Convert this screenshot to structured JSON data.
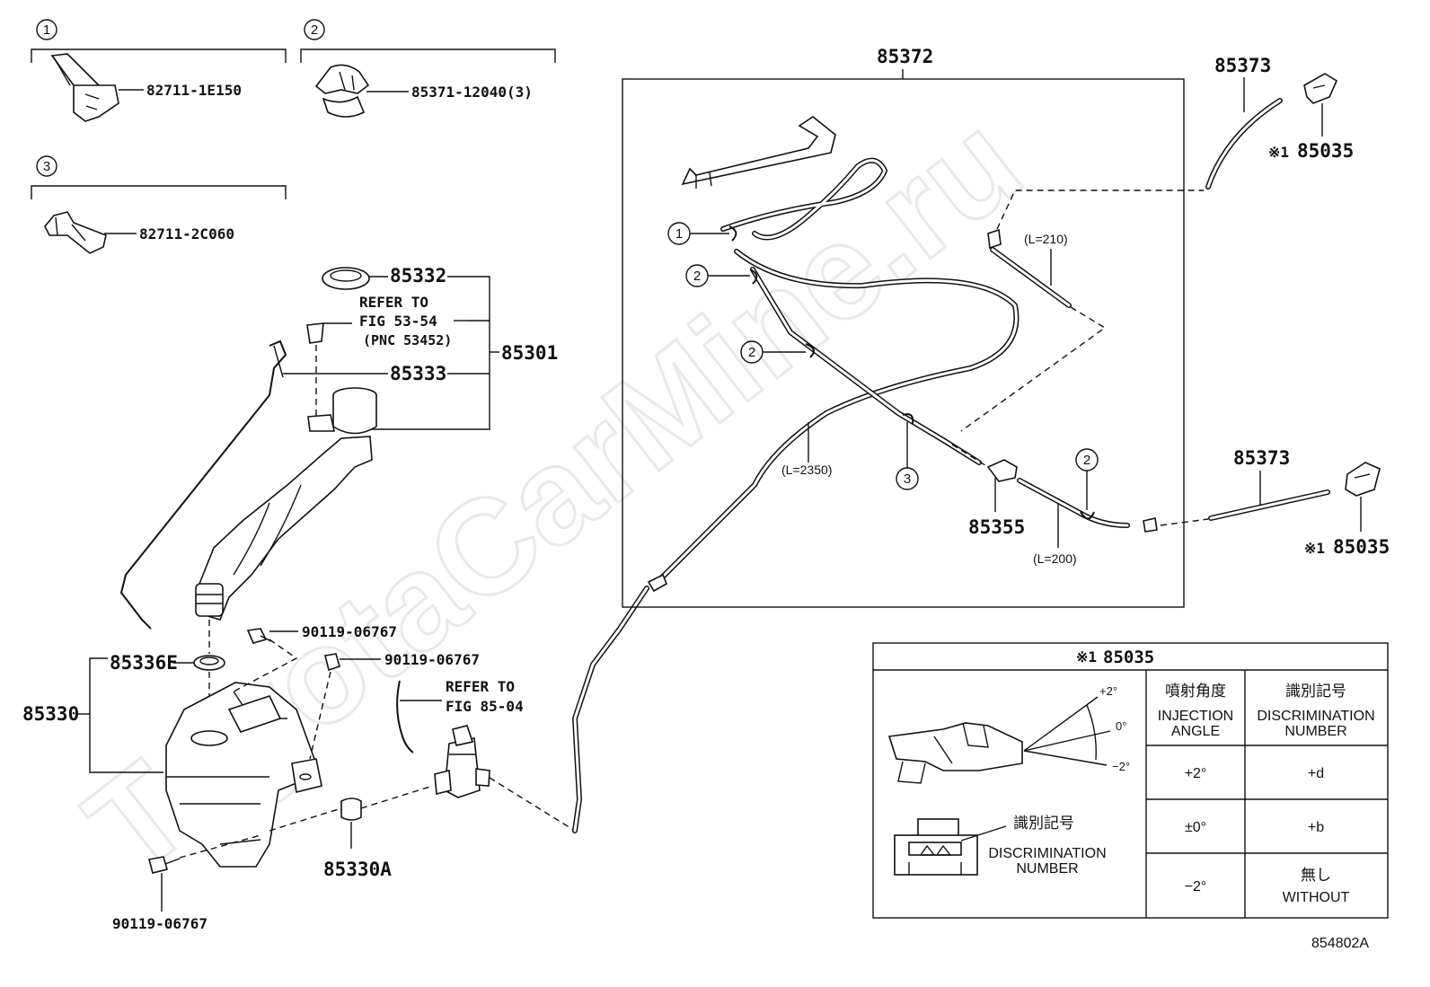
{
  "watermark": "ToyotaCarMine.ru",
  "groups": [
    {
      "num": "1",
      "part": "82711-1E150"
    },
    {
      "num": "2",
      "part": "85371-12040(3)"
    },
    {
      "num": "3",
      "part": "82711-2C060"
    }
  ],
  "tank_assy": {
    "p85332": "85332",
    "refer1_line1": "REFER TO",
    "refer1_line2": "FIG 53-54",
    "refer1_line3": "(PNC 53452)",
    "p85301": "85301",
    "p85333": "85333",
    "p85336E": "85336E",
    "p85330": "85330",
    "bolt1": "90119-06767",
    "bolt2": "90119-06767",
    "bolt3": "90119-06767",
    "refer2_line1": "REFER TO",
    "refer2_line2": "FIG 85-04",
    "p85330A": "85330A"
  },
  "hose_box": {
    "p85372": "85372",
    "len_210": "(L=210)",
    "len_2350": "(L=2350)",
    "len_200": "(L=200)",
    "p85355": "85355",
    "callouts": [
      "1",
      "2",
      "2",
      "3",
      "2"
    ]
  },
  "nozzles": {
    "top_hose": "85373",
    "top_mark": "※1",
    "top_part": "85035",
    "bot_hose": "85373",
    "bot_mark": "※1",
    "bot_part": "85035"
  },
  "table": {
    "title_mark": "※1",
    "title_part": "85035",
    "col1_jp": "噴射角度",
    "col1_en1": "INJECTION",
    "col1_en2": "ANGLE",
    "col2_jp": "識別記号",
    "col2_en1": "DISCRIMINATION",
    "col2_en2": "NUMBER",
    "angle_up": "+2°",
    "angle_mid": "0°",
    "angle_down": "−2°",
    "disc_jp": "識別記号",
    "disc_en1": "DISCRIMINATION",
    "disc_en2": "NUMBER",
    "rows": [
      {
        "angle": "+2°",
        "number": "+d"
      },
      {
        "angle": "±0°",
        "number": "+b"
      },
      {
        "angle": "−2°",
        "number_jp": "無し",
        "number_en": "WITHOUT"
      }
    ]
  },
  "figure_id": "854802A"
}
